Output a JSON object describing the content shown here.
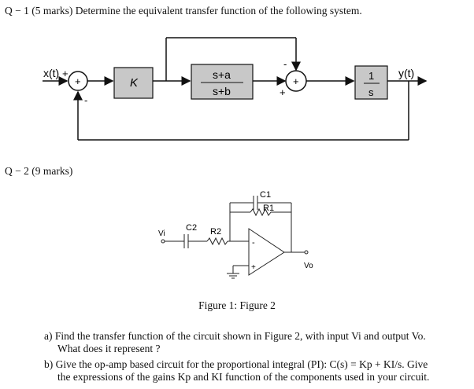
{
  "q1": {
    "label": "Q − 1",
    "text": "(5 marks) Determine the equivalent transfer function of the following system."
  },
  "block_diagram": {
    "input_label": "x(t)",
    "output_label": "y(t)",
    "gain_label": "K",
    "lead_num": "s+a",
    "lead_den": "s+b",
    "int_num": "1",
    "int_den": "s",
    "sum1_center": "+",
    "sum1_plus": "+",
    "sum1_minus": "-",
    "sum2_center": "+",
    "sum2_plus": "+",
    "sum2_minus": "-"
  },
  "q2": {
    "label": "Q − 2",
    "text": "(9 marks)"
  },
  "circuit": {
    "c1": "C1",
    "r1": "R1",
    "c2": "C2",
    "r2": "R2",
    "vi": "Vi",
    "vo": "Vo",
    "minus": "-",
    "plus": "+"
  },
  "figure_caption": "Figure 1: Figure 2",
  "part_a": {
    "marker": "a)",
    "line1": "Find the transfer function of the circuit shown in Figure 2, with input Vi and output Vo.",
    "line2": "What does it represent ?"
  },
  "part_b": {
    "marker": "b)",
    "line1": "Give the op-amp based circuit for the proportional integral (PI): C(s) = Kp + KI/s. Give",
    "line2": "the expressions of the gains Kp and KI function of the components used in your circuit."
  }
}
